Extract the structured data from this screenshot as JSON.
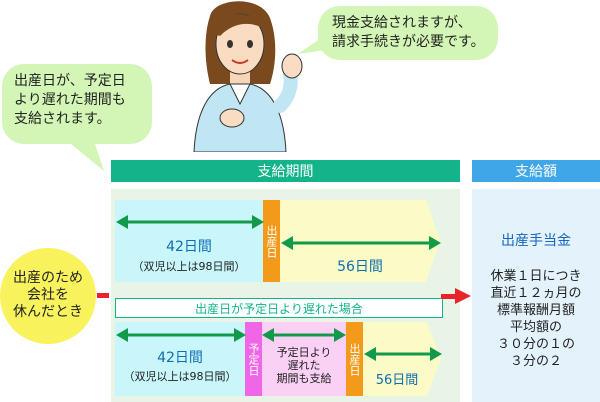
{
  "bubbles": {
    "left_lines": [
      "出産日が、予定日",
      "より遅れた期間も",
      "支給されます。"
    ],
    "right_lines": [
      "現金支給されますが、",
      "請求手続きが必要です。"
    ]
  },
  "headers": {
    "period": "支給期間",
    "amount": "支給額"
  },
  "start_box": {
    "lines": [
      "出産のため",
      "会社を",
      "休んだとき"
    ]
  },
  "top_row": {
    "before_days": "42日間",
    "before_note": "（双児以上は98日間）",
    "birth_marker": "出産日",
    "after_days": "56日間"
  },
  "late_case_label": "出産日が予定日より遅れた場合",
  "bottom_row": {
    "before_days": "42日間",
    "before_note": "（双児以上は98日間）",
    "due_marker": "予定日",
    "delay_lines": [
      "予定日より",
      "遅れた",
      "期間も支給"
    ],
    "birth_marker": "出産日",
    "after_days": "56日間"
  },
  "amount_panel": {
    "title": "出産手当金",
    "lines": [
      "休業１日につき",
      "直近１２ヵ月の",
      "標準報酬月額",
      "平均額の",
      "３０分の１の",
      "３分の２"
    ]
  },
  "colors": {
    "header_green": "#13b48a",
    "header_blue": "#3fa6e8",
    "period_bg": "#e8f5e6",
    "amount_bg": "#e4f3fb",
    "bubble": "#d3f6b6",
    "light_cyan": "#c8f6fb",
    "light_yellow": "#fbfbc8",
    "orange_marker": "#f39a1b",
    "pink_marker": "#ef66e6",
    "arrow_green": "#129a4b",
    "arrow_red": "#e8232a",
    "start_yellow": "#f8f25d"
  }
}
